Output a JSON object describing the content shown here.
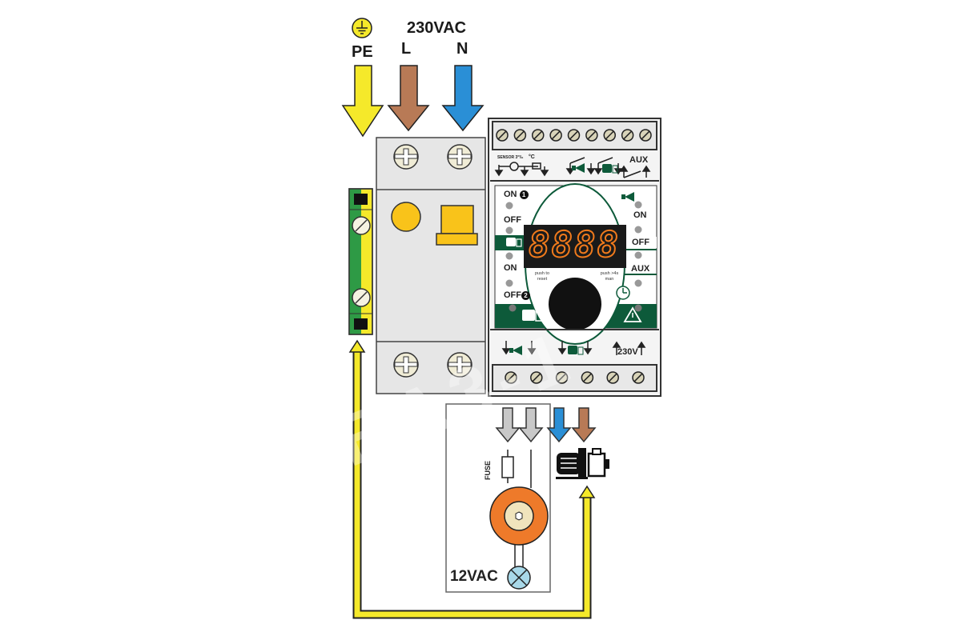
{
  "supply": {
    "voltage_label": "230VAC",
    "earth_label": "PE",
    "live_label": "L",
    "neutral_label": "N",
    "colors": {
      "earth": "#f5e92a",
      "live": "#b87a56",
      "neutral": "#2a8fd6"
    }
  },
  "breaker": {
    "top_terminals": 2,
    "bottom_terminals": 2,
    "color_button": "#f9c31a"
  },
  "earth_bar": {
    "screws": 2
  },
  "controller": {
    "top_terminal_count": 9,
    "bottom_terminal_count": 6,
    "top_labels": {
      "sensor": "SENSOR 3°‰",
      "temp_unit": "°C",
      "aux": "AUX"
    },
    "left_panel": {
      "on1": "ON",
      "off1": "OFF",
      "on2": "ON",
      "off2": "OFF",
      "badge1": "1",
      "badge2": "2"
    },
    "right_panel": {
      "on": "ON",
      "off": "OFF",
      "aux": "AUX"
    },
    "display_value": "8888",
    "push_reset": "push to reset",
    "push_man": "push >4s man",
    "bottom_label_230": "230V",
    "accent": "#0d5a3a",
    "display_color": "#f07a1c"
  },
  "load_box": {
    "fuse_label": "FUSE",
    "voltage_label": "12VAC"
  },
  "watermark": "BA3-1"
}
